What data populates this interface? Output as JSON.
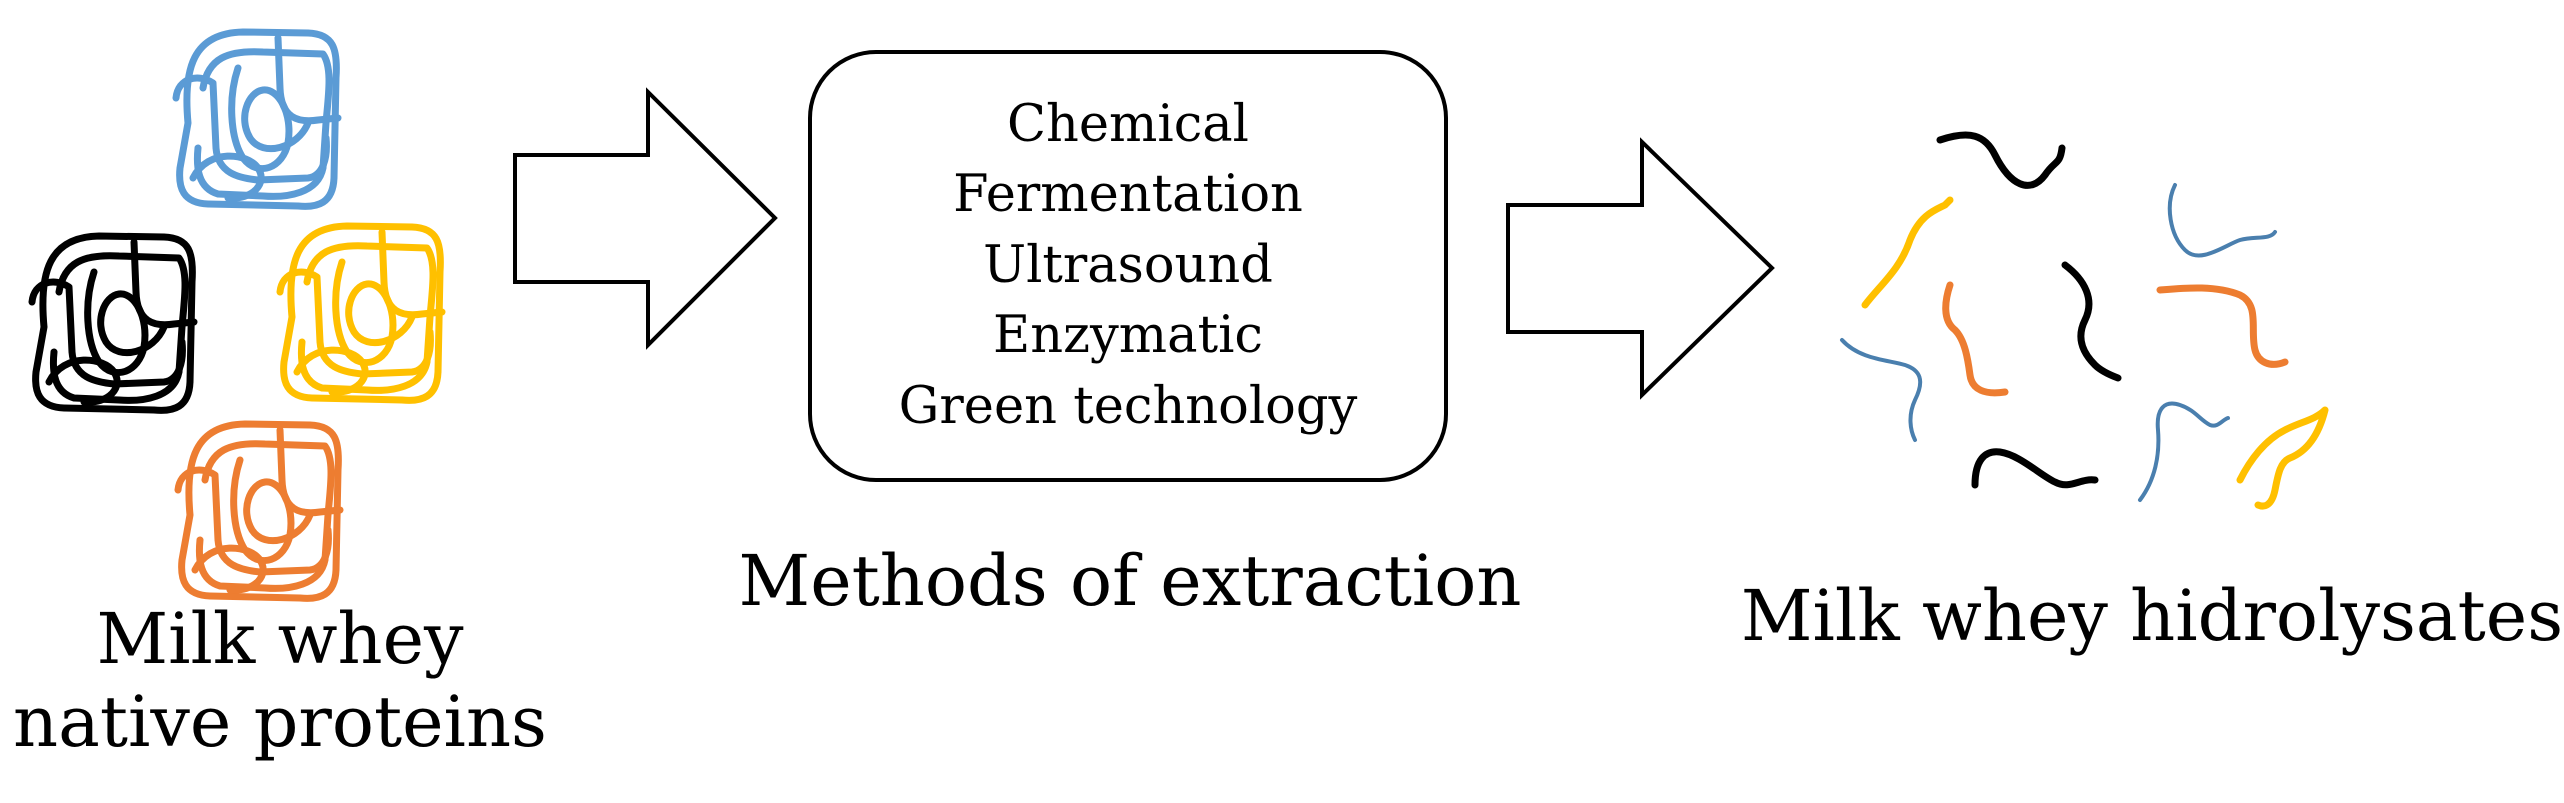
{
  "diagram": {
    "stages": {
      "native": {
        "label_lines": [
          "Milk whey",
          "native proteins"
        ]
      },
      "methods": {
        "items": [
          "Chemical",
          "Fermentation",
          "Ultrasound",
          "Enzymatic",
          "Green technology"
        ],
        "caption": "Methods of extraction"
      },
      "hydrolysates": {
        "label": "Milk whey hidrolysates"
      }
    },
    "colors": {
      "blue": "#5b9bd5",
      "black": "#000000",
      "yellow": "#ffc000",
      "orange": "#ed7d31",
      "steel_blue": "#4a7fae",
      "arrow_stroke": "#000000"
    },
    "icons": {
      "native_protein": "tangled-coil-icon",
      "peptide_fragment": "squiggle-line-icon",
      "arrow": "block-arrow-right-icon"
    }
  }
}
